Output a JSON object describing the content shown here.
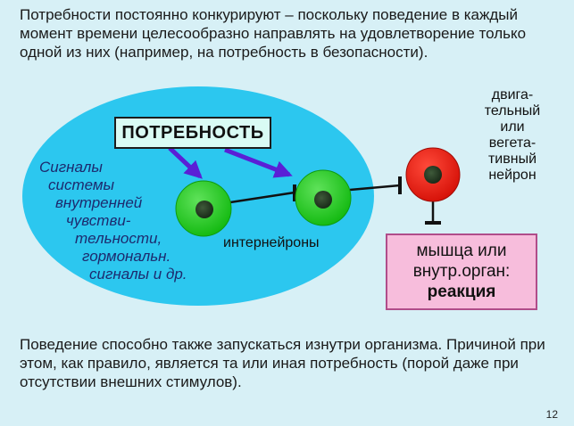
{
  "top_paragraph": "Потребности постоянно конкурируют – поскольку поведение в каждый момент времени целесообразно направлять на удовлетворение только одной из них (например, на потребность в безопасности).",
  "need_label": "ПОТРЕБНОСТЬ",
  "signals_lines": [
    "Сигналы",
    "системы",
    "внутренней",
    "чувстви-",
    "тельности,",
    "гормональн.",
    "сигналы и др."
  ],
  "interneurons_label": "интернейроны",
  "motor_neuron_lines": [
    "двига-",
    "тельный",
    "или",
    "вегета-",
    "тивный",
    "нейрон"
  ],
  "effector": {
    "line1": "мышца или",
    "line2": "внутр.орган:",
    "reaction": "реакция"
  },
  "bottom_paragraph": "Поведение способно также запускаться изнутри организма. Причиной при этом, как правило, является та или иная потребность (порой даже при отсутствии внешних стимулов).",
  "page_number": "12",
  "colors": {
    "background": "#d7f0f6",
    "field": "#2cc7ef",
    "interneuron": "#19c417",
    "motor_neuron": "#e8180e",
    "arrow": "#5a1fd6",
    "effector_fill": "#f7bddc"
  }
}
